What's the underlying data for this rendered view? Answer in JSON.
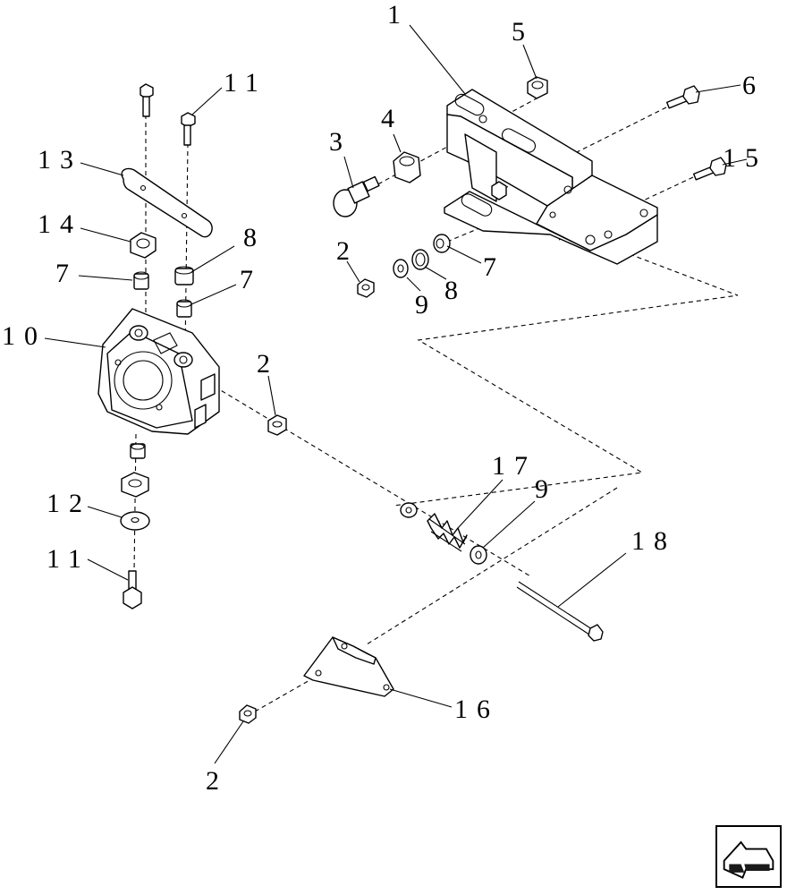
{
  "diagram": {
    "callouts": {
      "c1": "1",
      "c2a": "2",
      "c2b": "2",
      "c2c": "2",
      "c3": "3",
      "c4a": "4",
      "c5": "5",
      "c6": "6",
      "c7a": "7",
      "c7b": "7",
      "c7c": "7",
      "c8a": "8",
      "c8b": "8",
      "c9a": "9",
      "c9b": "9",
      "c10": "10",
      "c11a": "11",
      "c11b": "11",
      "c12": "12",
      "c13": "13",
      "c14": "14",
      "c15": "15",
      "c16": "16",
      "c17": "17",
      "c18": "18"
    },
    "nav_icon": "next-page-arrow-icon"
  }
}
